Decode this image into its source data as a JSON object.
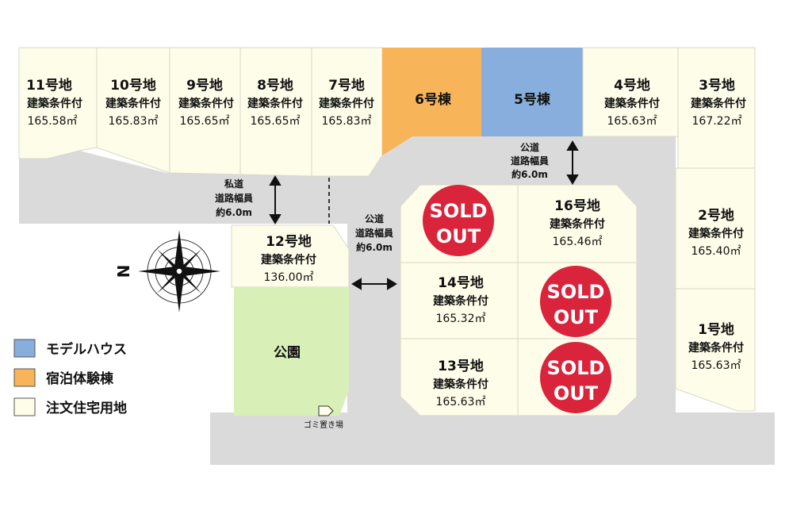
{
  "lots": [
    {
      "id": "11",
      "number": "11号地",
      "condition": "建築条件付",
      "area": "165.58㎡"
    },
    {
      "id": "10",
      "number": "10号地",
      "condition": "建築条件付",
      "area": "165.83㎡"
    },
    {
      "id": "9",
      "number": "9号地",
      "condition": "建築条件付",
      "area": "165.65㎡"
    },
    {
      "id": "8",
      "number": "8号地",
      "condition": "建築条件付",
      "area": "165.65㎡"
    },
    {
      "id": "7",
      "number": "7号地",
      "condition": "建築条件付",
      "area": "165.83㎡"
    },
    {
      "id": "4",
      "number": "4号地",
      "condition": "建築条件付",
      "area": "165.63㎡"
    },
    {
      "id": "3",
      "number": "3号地",
      "condition": "建築条件付",
      "area": "167.22㎡"
    },
    {
      "id": "2",
      "number": "2号地",
      "condition": "建築条件付",
      "area": "165.40㎡"
    },
    {
      "id": "1",
      "number": "1号地",
      "condition": "建築条件付",
      "area": "165.63㎡"
    },
    {
      "id": "12",
      "number": "12号地",
      "condition": "建築条件付",
      "area": "136.00㎡"
    },
    {
      "id": "16",
      "number": "16号地",
      "condition": "建築条件付",
      "area": "165.46㎡"
    },
    {
      "id": "14",
      "number": "14号地",
      "condition": "建築条件付",
      "area": "165.32㎡"
    },
    {
      "id": "13",
      "number": "13号地",
      "condition": "建築条件付",
      "area": "165.63㎡"
    }
  ],
  "buildings": {
    "b6": "6号棟",
    "b5": "5号棟"
  },
  "sold": {
    "line1": "SOLD",
    "line2": "OUT"
  },
  "roads": {
    "private": {
      "line1": "私道",
      "line2": "道路幅員",
      "line3": "約6.0m"
    },
    "public_top": {
      "line1": "公道",
      "line2": "道路幅員",
      "line3": "約6.0m"
    },
    "public_mid": {
      "line1": "公道",
      "line2": "道路幅員",
      "line3": "約6.0m"
    }
  },
  "park": "公園",
  "garbage": "ゴミ置き場",
  "compass": "N",
  "legend": [
    {
      "label": "モデルハウス",
      "color": "#87aedc"
    },
    {
      "label": "宿泊体験棟",
      "color": "#f7b459"
    },
    {
      "label": "注文住宅用地",
      "color": "#fefde9"
    }
  ],
  "colors": {
    "sold": "#d9243c",
    "road": "#dadada",
    "park": "#d8f0b8"
  }
}
